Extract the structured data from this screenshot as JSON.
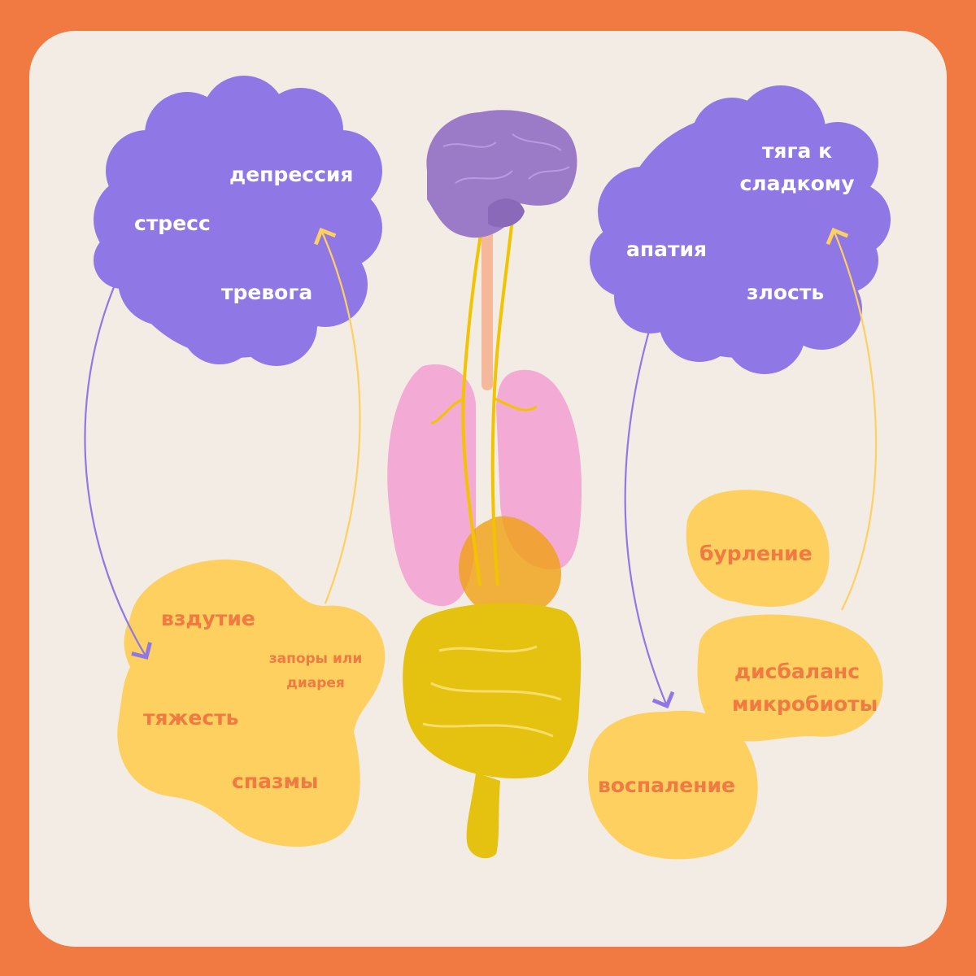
{
  "left_brain_symptoms": {
    "depression": "депрессия",
    "stress": "стресс",
    "anxiety": "тревога"
  },
  "right_brain_symptoms": {
    "sugar_line1": "тяга к",
    "sugar_line2": "сладкому",
    "apathy": "апатия",
    "anger": "злость"
  },
  "left_gut_symptoms": {
    "bloating": "вздутие",
    "constipation_line1": "запоры или",
    "constipation_line2": "диарея",
    "heaviness": "тяжесть",
    "spasms": "спазмы"
  },
  "right_gut_symptoms": {
    "rumbling": "бурление",
    "dysbiosis_line1": "дисбаланс",
    "dysbiosis_line2": "микробиоты",
    "inflammation": "воспаление"
  },
  "colors": {
    "frame": "#f07a42",
    "card": "#f3ece5",
    "purple": "#8f77e6",
    "yellow": "#fdd060",
    "label_orange": "#f07a42",
    "brain": "#9b7bc8",
    "lungs": "#f2a6d4",
    "gut": "#e6c210",
    "nerve": "#f2c400"
  }
}
